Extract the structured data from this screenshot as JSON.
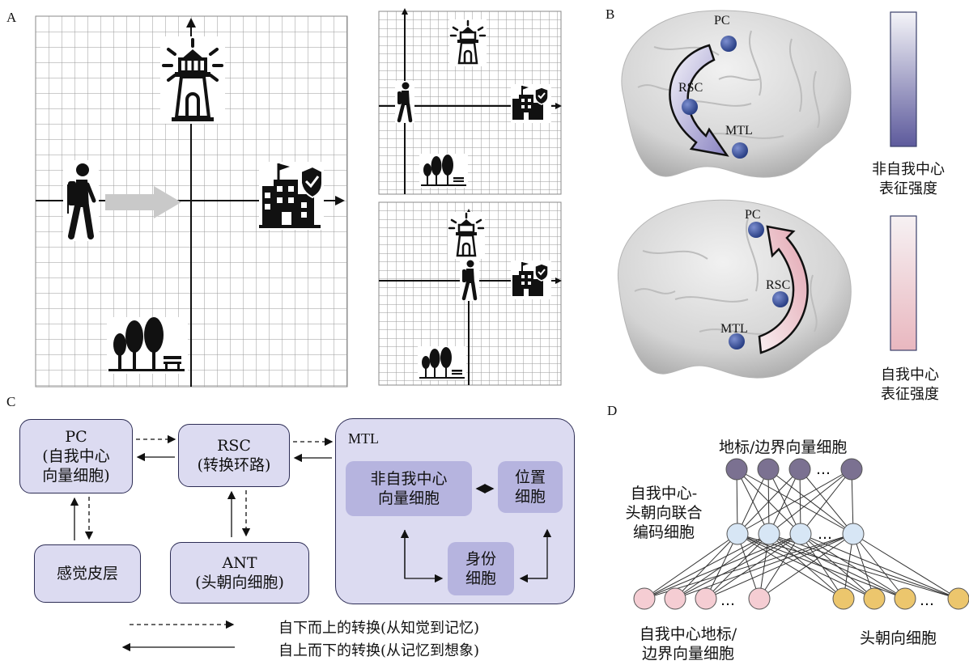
{
  "panel_labels": {
    "a": "A",
    "b": "B",
    "c": "C",
    "d": "D"
  },
  "panel_b": {
    "region_pc": "PC",
    "region_rsc": "RSC",
    "region_mtl": "MTL",
    "allocentric_scale_label": "非自我中心\n表征强度",
    "egocentric_scale_label": "自我中心\n表征强度",
    "colors": {
      "allocentric": "#5d5a9c",
      "egocentric": "#e9b7bf",
      "node": "#3a4f93"
    }
  },
  "panel_c": {
    "pc_box": "PC\n(自我中心\n向量细胞)",
    "rsc_box": "RSC\n(转换环路)",
    "sensory_box": "感觉皮层",
    "ant_box": "ANT\n(头朝向细胞)",
    "mtl_title": "MTL",
    "mtl_allocentric": "非自我中心\n向量细胞",
    "mtl_place": "位置\n细胞",
    "mtl_identity": "身份\n细胞",
    "legend_bottom_up": "自下而上的转换(从知觉到记忆)",
    "legend_top_down": "自上而下的转换(从记忆到想象)",
    "colors": {
      "box": "#dcdbf1",
      "inner": "#b6b4df",
      "border": "#2d2d55"
    }
  },
  "panel_d": {
    "top_layer_label": "地标/边界向量细胞",
    "middle_layer_label": "自我中心-\n头朝向联合\n编码细胞",
    "bottom_left_label": "自我中心地标/\n边界向量细胞",
    "bottom_right_label": "头朝向细胞",
    "ellipsis": "…",
    "colors": {
      "top": "#7b7191",
      "middle": "#d7e6f5",
      "bottom_left": "#f5cdd3",
      "bottom_right": "#ecc66d"
    }
  }
}
